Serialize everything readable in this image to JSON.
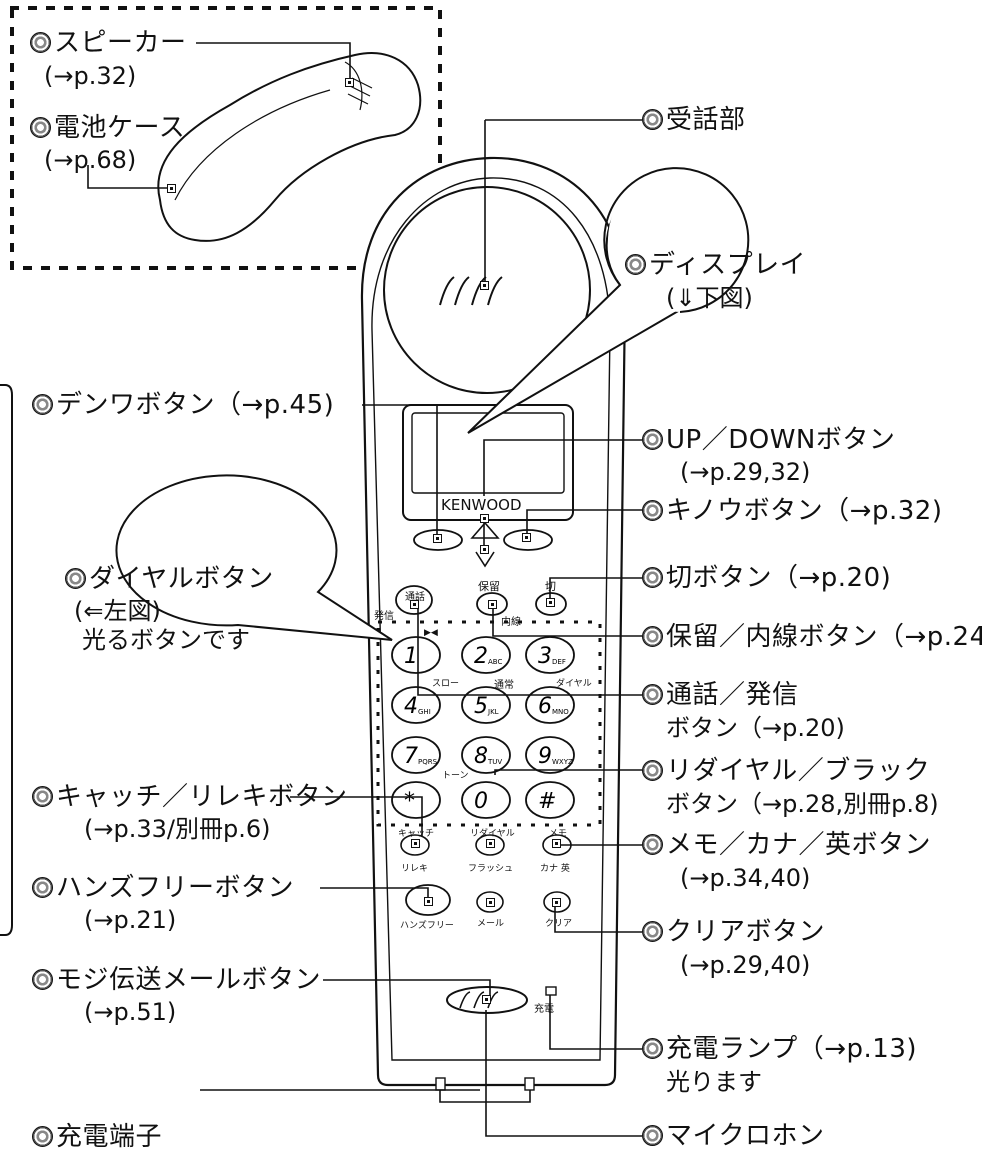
{
  "labels": {
    "speaker": "スピーカー",
    "speaker_ref": "(→p.32)",
    "battery_case": "電池ケース",
    "battery_case_ref": "(→p.68)",
    "receiver": "受話部",
    "display": "ディスプレイ",
    "display_ref": "(⇓下図)",
    "denwa_button": "デンワボタン（→p.45)",
    "updown_button": "UP／DOWNボタン",
    "updown_ref": "(→p.29,32)",
    "kinou_button": "キノウボタン（→p.32)",
    "dial_button": "ダイヤルボタン",
    "dial_ref": "(⇐左図)",
    "dial_note": "光るボタンです",
    "kiri_button": "切ボタン（→p.20)",
    "hold_button": "保留／内線ボタン（→p.24)",
    "talk_button": "通話／発信",
    "talk_ref": "ボタン（→p.20)",
    "redial_button": "リダイヤル／ブラック",
    "redial_ref": "ボタン（→p.28,別冊p.8)",
    "catch_button": "キャッチ／リレキボタン",
    "catch_ref": "(→p.33/別冊p.6)",
    "memo_button": "メモ／カナ／英ボタン",
    "memo_ref": "(→p.34,40)",
    "handsfree_button": "ハンズフリーボタン",
    "handsfree_ref": "(→p.21)",
    "clear_button": "クリアボタン",
    "clear_ref": "(→p.29,40)",
    "moji_button": "モジ伝送メールボタン",
    "moji_ref": "(→p.51)",
    "charge_lamp": "充電ランプ（→p.13)",
    "charge_lamp_note": "光ります",
    "charge_terminal": "充電端子",
    "microphone": "マイクロホン"
  },
  "phone": {
    "brand": "KENWOOD",
    "key_tsuwa": "通話",
    "key_hatsushin": "発信",
    "key_horyu": "保留",
    "key_naisen": "内線",
    "key_kiri": "切",
    "keys": [
      {
        "digit": "1",
        "sub": ""
      },
      {
        "digit": "2",
        "sub": "ABC"
      },
      {
        "digit": "3",
        "sub": "DEF"
      },
      {
        "digit": "4",
        "sub": "GHI"
      },
      {
        "digit": "5",
        "sub": "JKL"
      },
      {
        "digit": "6",
        "sub": "MNO"
      },
      {
        "digit": "7",
        "sub": "PQRS"
      },
      {
        "digit": "8",
        "sub": "TUV"
      },
      {
        "digit": "9",
        "sub": "WXYZ"
      },
      {
        "digit": "*",
        "sub": ""
      },
      {
        "digit": "0",
        "sub": ""
      },
      {
        "digit": "#",
        "sub": ""
      }
    ],
    "mini_labels": {
      "skip": "▶◀",
      "slow": "スロー",
      "normal": "通常",
      "dial": "ダイヤル",
      "tone": "トーン"
    },
    "key_catch": "キャッチ",
    "key_redial": "リダイヤル",
    "key_memo": "メモ",
    "key_rireki": "リレキ",
    "key_flash": "フラッシュ",
    "key_kana": "カナ 英",
    "key_handsfree": "ハンズフリー",
    "key_mail": "メール",
    "key_clear": "クリア",
    "charge": "充電"
  }
}
